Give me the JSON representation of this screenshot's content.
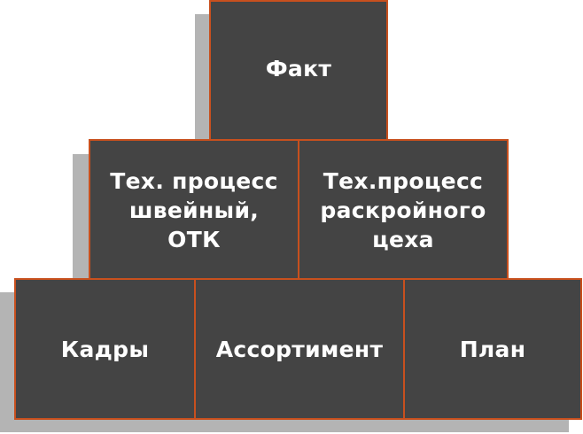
{
  "pyramid": {
    "top": {
      "label": "Факт"
    },
    "middle": [
      {
        "label": "Тех. процесс\nшвейный,\nОТК"
      },
      {
        "label": "Тех.процесс\nраскройного\nцеха"
      }
    ],
    "bottom": [
      {
        "label": "Кадры"
      },
      {
        "label": "Ассортимент"
      },
      {
        "label": "План"
      }
    ]
  },
  "colors": {
    "box_fill": "#444444",
    "box_border": "#c8501e",
    "shadow": "#b4b4b4",
    "text": "#ffffff"
  }
}
